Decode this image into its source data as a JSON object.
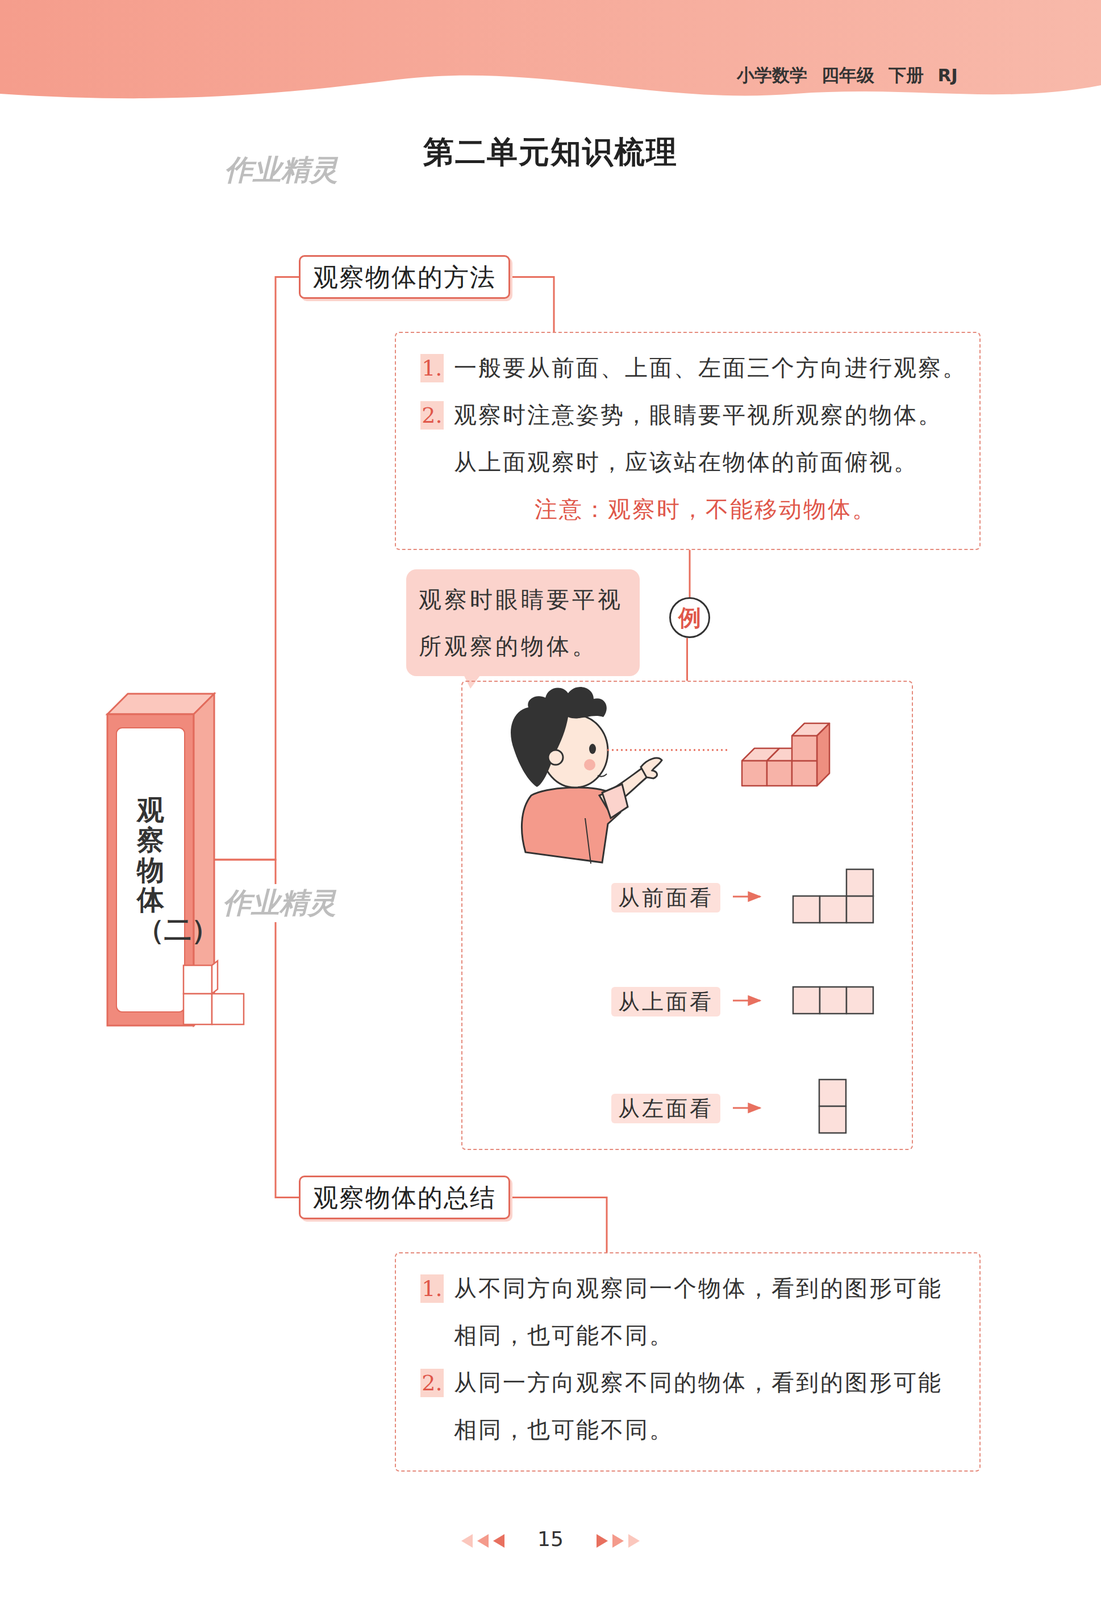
{
  "diagram": {
    "title": "第二单元知识梳理",
    "nodes": [
      {
        "text": [
          "观察物体（二）"
        ]
      },
      {
        "text": [
          "观察物体的方法"
        ]
      },
      {
        "text": [
          "1.",
          "一般要从前面、上面、左面三个方向进行观察。",
          "2.",
          "观察时注意姿势，眼睛要平视所观察的物体。从上面观察时，应该站在物体的前面俯视。",
          "注意：观察时，不能移动物体。"
        ]
      },
      {
        "text": [
          "观察时眼睛要平视所观察的物体。"
        ]
      },
      {
        "text": [
          "例"
        ]
      },
      {
        "text": []
      },
      {
        "text": [
          "从前面看"
        ],
        "in": 5
      },
      {
        "text": [
          "从上面看"
        ],
        "in": 5
      },
      {
        "text": [
          "从左面看"
        ],
        "in": 5
      },
      {
        "text": [
          "观察物体的总结"
        ]
      },
      {
        "text": [
          "1.",
          "从不同方向观察同一个物体，看到的图形可能相同，也可能不同。",
          "2.",
          "从同一方向观察不同的物体，看到的图形可能相同，也可能不同。"
        ]
      }
    ],
    "edges": [
      {
        "from": 0,
        "to": 1,
        "arrow": "none"
      },
      {
        "from": 1,
        "to": 2,
        "arrow": "none"
      },
      {
        "from": 2,
        "to": 4,
        "arrow": "none"
      },
      {
        "from": 4,
        "to": 5,
        "arrow": "none"
      },
      {
        "from": 0,
        "to": 9,
        "arrow": "none"
      },
      {
        "from": 9,
        "to": 10,
        "arrow": "none"
      }
    ],
    "labels": [
      "小学数学 四年级 下册 RJ",
      "作业精灵",
      "作业精灵",
      "15"
    ]
  }
}
